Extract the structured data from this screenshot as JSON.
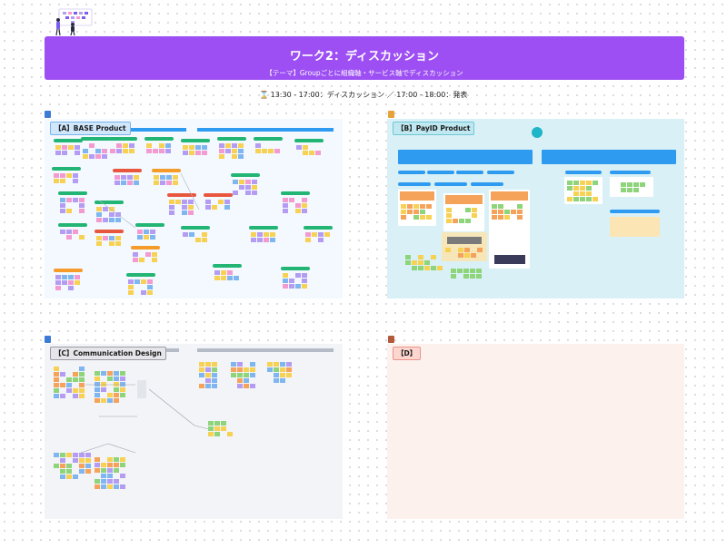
{
  "banner": {
    "title": "ワーク2：ディスカッション",
    "subtitle": "【テーマ】Groupごとに組織軸・サービス軸でディスカッション",
    "color": "#9d4ff3"
  },
  "schedule": {
    "icon": "hourglass-icon",
    "text": "13:30 - 17:00：ディスカッション ／ 17:00 - 18:00：発表"
  },
  "boards": {
    "a": {
      "label": "【A】BASE Product",
      "background": "#f3f9ff"
    },
    "b": {
      "label": "【B】PayID Product",
      "background": "#d9f1f6"
    },
    "c": {
      "label": "【C】Communication Design",
      "background": "#f3f4f7"
    },
    "d": {
      "label": "【D】",
      "background": "#fdf1ee"
    }
  },
  "colors": {
    "sticky_yellow": "#f7d154",
    "sticky_purple": "#b39cf2",
    "sticky_pink": "#f39bd0",
    "sticky_green": "#8ed47a",
    "sticky_blue": "#7fb6f0",
    "sticky_orange": "#f5a35a",
    "header_blue": "#2f9bf0",
    "header_green": "#22b573",
    "header_red": "#e8573d",
    "header_orange": "#f59b2a"
  }
}
